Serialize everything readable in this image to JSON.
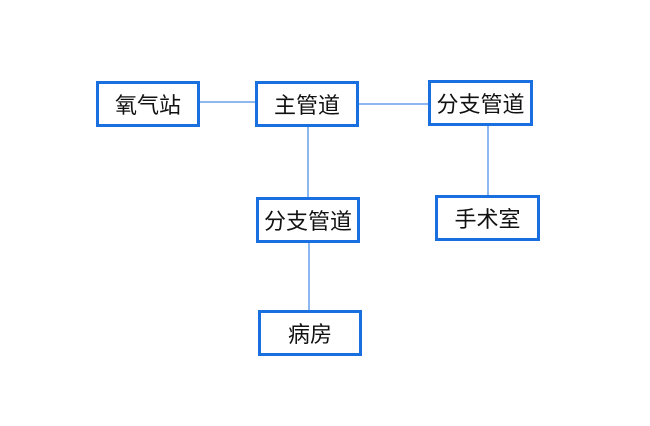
{
  "diagram": {
    "nodes": {
      "oxygen_station": "氧气站",
      "main_pipeline": "主管道",
      "branch_pipeline_right": "分支管道",
      "branch_pipeline_down": "分支管道",
      "operating_room": "手术室",
      "ward": "病房"
    },
    "edges": [
      {
        "from": "oxygen_station",
        "to": "main_pipeline"
      },
      {
        "from": "main_pipeline",
        "to": "branch_pipeline_right"
      },
      {
        "from": "main_pipeline",
        "to": "branch_pipeline_down"
      },
      {
        "from": "branch_pipeline_right",
        "to": "operating_room"
      },
      {
        "from": "branch_pipeline_down",
        "to": "ward"
      }
    ],
    "colors": {
      "node_border": "#1a6fe0",
      "connector": "#1a6fe0",
      "text": "#111111",
      "background": "#ffffff"
    }
  }
}
